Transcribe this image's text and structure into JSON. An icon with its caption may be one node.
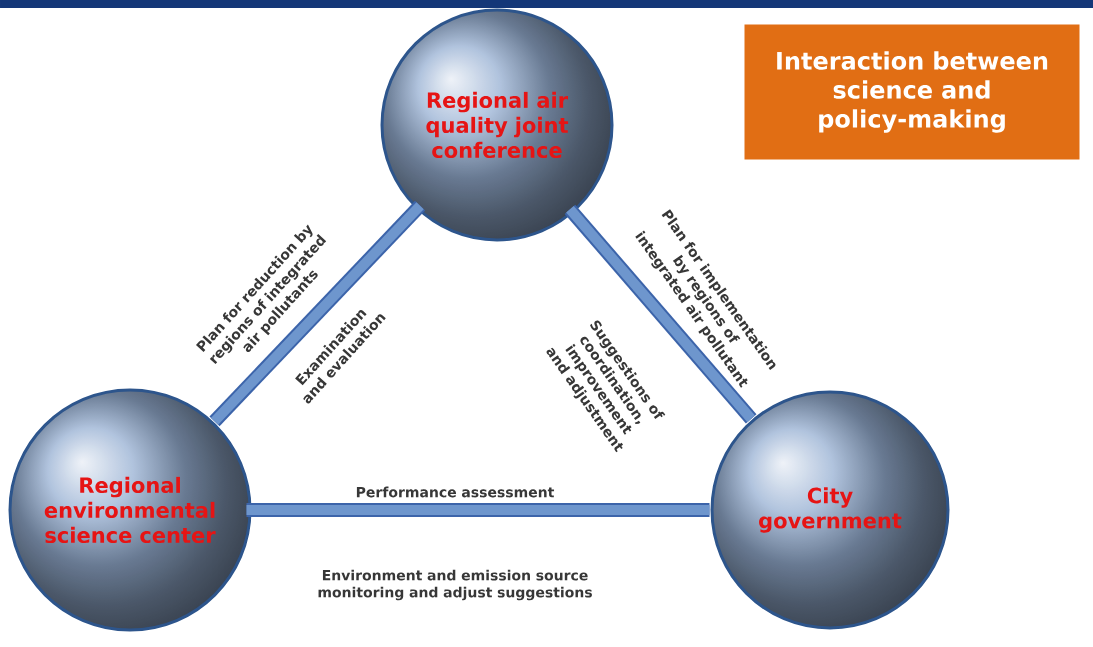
{
  "diagram": {
    "nodes": [
      {
        "text": [
          "Regional air quality joint conference"
        ]
      },
      {
        "text": [
          "Regional environmental science center"
        ]
      },
      {
        "text": [
          "City government"
        ]
      },
      {
        "text": [
          "Interaction between science and policy-making"
        ]
      }
    ],
    "edges": [
      {
        "from": 0,
        "to": 1,
        "arrow": "none"
      },
      {
        "from": 0,
        "to": 2,
        "arrow": "none"
      },
      {
        "from": 1,
        "to": 2,
        "arrow": "none"
      }
    ],
    "labels": [
      "Plan for reduction by regions of integrated air pollutants",
      "Examination and evaluation",
      "Plan for implementation by regions of integrated air pollutant",
      "Suggestions of coordination, improvement and adjustment",
      "Performance assessment",
      "Environment and emission source monitoring and adjust suggestions"
    ]
  }
}
